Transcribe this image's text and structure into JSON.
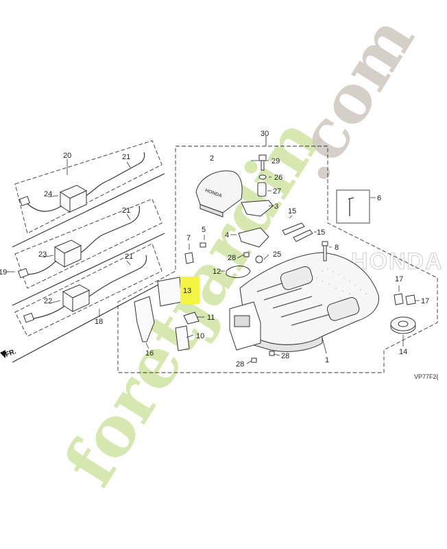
{
  "watermark": {
    "text_brand": "foretjardin",
    "text_domain": ".com",
    "color_green": "#cfe3a2",
    "color_gray": "#cdc7bd"
  },
  "diagram": {
    "code": "VP77F2(",
    "fr_marker": "FR.",
    "honda_ghost": "HONDA",
    "highlight_color": "#f4f542",
    "parts": [
      {
        "id": "p1",
        "label": "1"
      },
      {
        "id": "p2",
        "label": "2"
      },
      {
        "id": "p3",
        "label": "3"
      },
      {
        "id": "p4",
        "label": "4"
      },
      {
        "id": "p5",
        "label": "5"
      },
      {
        "id": "p6",
        "label": "6"
      },
      {
        "id": "p7",
        "label": "7"
      },
      {
        "id": "p8",
        "label": "8"
      },
      {
        "id": "p10",
        "label": "10"
      },
      {
        "id": "p11",
        "label": "11"
      },
      {
        "id": "p12",
        "label": "12"
      },
      {
        "id": "p13",
        "label": "13"
      },
      {
        "id": "p14",
        "label": "14"
      },
      {
        "id": "p15a",
        "label": "15"
      },
      {
        "id": "p15b",
        "label": "15"
      },
      {
        "id": "p16",
        "label": "16"
      },
      {
        "id": "p17a",
        "label": "17"
      },
      {
        "id": "p17b",
        "label": "17"
      },
      {
        "id": "p18",
        "label": "18"
      },
      {
        "id": "p19",
        "label": "19"
      },
      {
        "id": "p20",
        "label": "20"
      },
      {
        "id": "p21a",
        "label": "21"
      },
      {
        "id": "p21b",
        "label": "21"
      },
      {
        "id": "p21c",
        "label": "21"
      },
      {
        "id": "p22",
        "label": "22"
      },
      {
        "id": "p23",
        "label": "23"
      },
      {
        "id": "p24",
        "label": "24"
      },
      {
        "id": "p25",
        "label": "25"
      },
      {
        "id": "p26",
        "label": "26"
      },
      {
        "id": "p27",
        "label": "27"
      },
      {
        "id": "p28a",
        "label": "28"
      },
      {
        "id": "p28b",
        "label": "28"
      },
      {
        "id": "p28c",
        "label": "28"
      },
      {
        "id": "p29",
        "label": "29"
      },
      {
        "id": "p30",
        "label": "30"
      }
    ],
    "highlighted_part": "13"
  }
}
